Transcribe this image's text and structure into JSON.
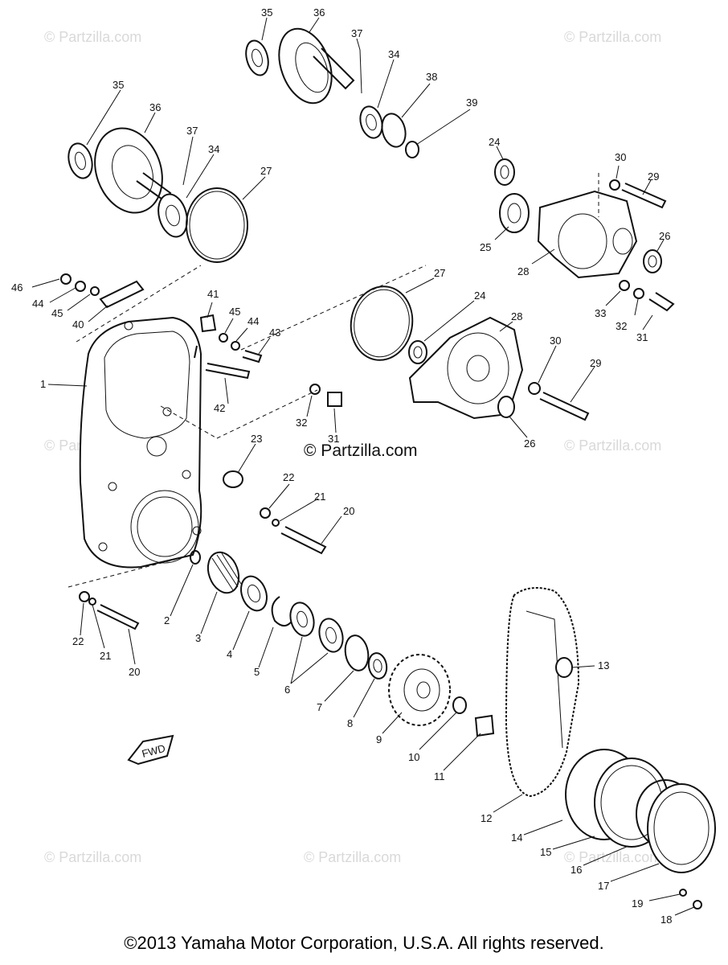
{
  "watermark": "© Partzilla.com",
  "center_watermark": "© Partzilla.com",
  "fwd_label": "FWD",
  "copyright": "©2013  Yamaha Motor Corporation, U.S.A. All rights reserved.",
  "callouts": {
    "c35a": "35",
    "c36a": "36",
    "c37a": "37",
    "c34a": "34",
    "c38": "38",
    "c39": "39",
    "c35b": "35",
    "c36b": "36",
    "c37b": "37",
    "c34b": "34",
    "c27a": "27",
    "c24a": "24",
    "c30a": "30",
    "c29a": "29",
    "c25": "25",
    "c28a": "28",
    "c26a": "26",
    "c33": "33",
    "c32a": "32",
    "c31a": "31",
    "c46": "46",
    "c44a": "44",
    "c45a": "45",
    "c40": "40",
    "c41": "41",
    "c45b": "45",
    "c44b": "44",
    "c43": "43",
    "c42": "42",
    "c27b": "27",
    "c24b": "24",
    "c28b": "28",
    "c30b": "30",
    "c29b": "29",
    "c26b": "26",
    "c1": "1",
    "c32b": "32",
    "c31b": "31",
    "c23": "23",
    "c22a": "22",
    "c21a": "21",
    "c20a": "20",
    "c2": "2",
    "c3": "3",
    "c4": "4",
    "c5": "5",
    "c6": "6",
    "c7": "7",
    "c8": "8",
    "c9": "9",
    "c10": "10",
    "c11": "11",
    "c22b": "22",
    "c21b": "21",
    "c20b": "20",
    "c13": "13",
    "c12": "12",
    "c14": "14",
    "c15": "15",
    "c16": "16",
    "c17": "17",
    "c19": "19",
    "c18": "18"
  }
}
